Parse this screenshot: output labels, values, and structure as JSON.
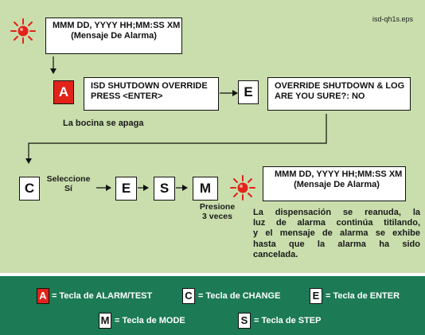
{
  "file_id": "isd-qh1s.eps",
  "top_display": {
    "line1": "MMM DD, YYYY HH;MM:SS XM",
    "line2": "(Mensaje De Alarma)"
  },
  "step1": {
    "key": "A",
    "line1": "ISD SHUTDOWN OVERRIDE",
    "line2": "PRESS <ENTER>",
    "note": "La bocina se apaga"
  },
  "step2": {
    "key": "E",
    "line1": "OVERRIDE SHUTDOWN & LOG",
    "line2": "ARE YOU SURE?: NO"
  },
  "step3": {
    "key_c": "C",
    "select_line1": "Seleccione",
    "select_line2": "Sí",
    "key_e": "E",
    "key_s": "S",
    "key_m": "M",
    "press_line1": "Presione",
    "press_line2": "3 veces"
  },
  "bottom_display": {
    "line1": "MMM DD, YYYY HH;MM:SS XM",
    "line2": "(Mensaje De Alarma)"
  },
  "result_text": [
    "La dispensación se reanuda, la",
    "luz de alarma continúa titilando,",
    "y el mensaje de alarma se exhibe",
    "hasta que la alarma ha sido",
    "cancelada."
  ],
  "legend": [
    {
      "key": "A",
      "label": "= Tecla de ALARM/TEST"
    },
    {
      "key": "C",
      "label": "= Tecla de CHANGE"
    },
    {
      "key": "E",
      "label": "= Tecla de ENTER"
    },
    {
      "key": "M",
      "label": "= Tecla de MODE"
    },
    {
      "key": "S",
      "label": "= Tecla de STEP"
    }
  ],
  "colors": {
    "panel_bg": "#c9deac",
    "legend_bg": "#1c7a55",
    "alarm_key": "#e2231a",
    "alarm_light": "#e2231a"
  }
}
